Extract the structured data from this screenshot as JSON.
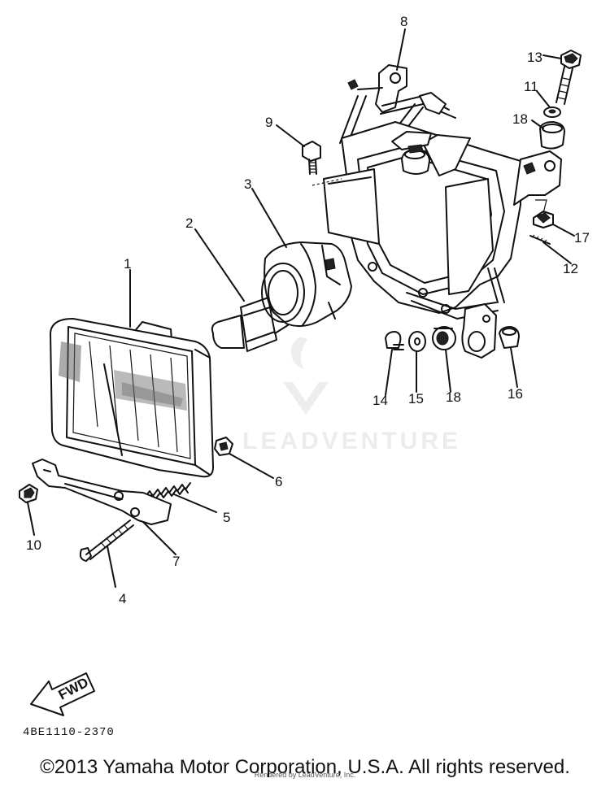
{
  "diagram": {
    "callouts": [
      "1",
      "2",
      "3",
      "4",
      "5",
      "6",
      "7",
      "8",
      "9",
      "10",
      "11",
      "12",
      "13",
      "14",
      "15",
      "16",
      "17",
      "18",
      "18"
    ],
    "watermark": "LEADVENTURE",
    "fwd_label": "FWD",
    "part_code": "4BE1110-2370",
    "copyright": "©2013 Yamaha Motor Corporation, U.S.A. All rights reserved.",
    "rendered_by": "Rendered by LeadVenture, Inc."
  }
}
